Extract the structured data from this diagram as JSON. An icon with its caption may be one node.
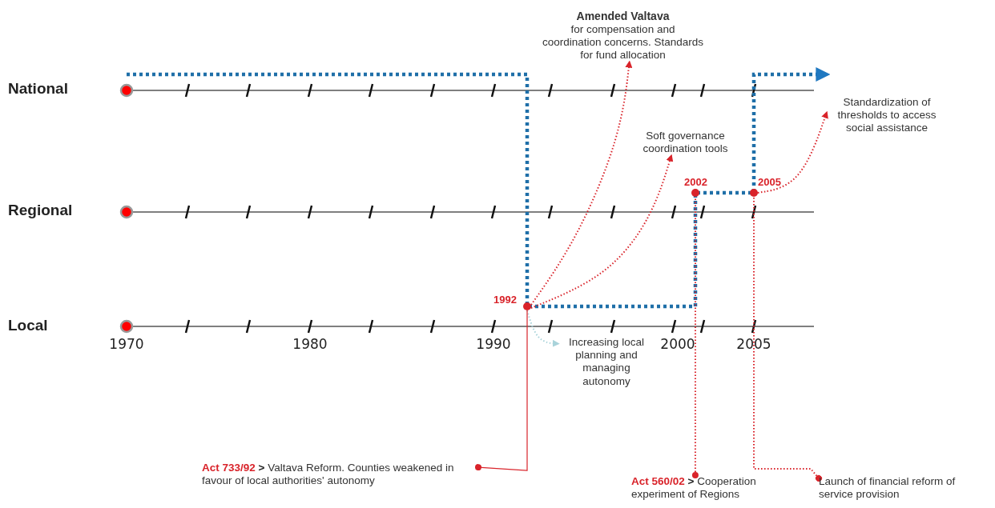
{
  "diagram": {
    "nodes": [
      {
        "text": [
          "Amended Valtava",
          "for compensation and coordination concerns. Standards for fund allocation"
        ]
      },
      {
        "text": [
          "Soft governance coordination tools"
        ]
      },
      {
        "text": [
          "Standardization of thresholds to access social assistance"
        ]
      },
      {
        "text": [],
        "shape": "circle",
        "beside": [
          "1992"
        ]
      },
      {
        "text": [],
        "shape": "circle",
        "beside": [
          "2002"
        ]
      },
      {
        "text": [],
        "shape": "circle",
        "beside": [
          "2005"
        ]
      },
      {
        "text": [
          "Increasing local planning and managing autonomy"
        ]
      },
      {
        "text": [
          "**Act 733/92** **>** Valtava Reform. Counties weakened in favour of local authorities' autonomy"
        ]
      },
      {
        "text": [
          "**Act 560/02** **>** Cooperation experiment of Regions"
        ]
      },
      {
        "text": [
          "Launch of financial reform of service provision"
        ]
      }
    ],
    "edges": [
      {
        "from": 3,
        "to": 0,
        "arrow": "to",
        "style": "dashed"
      },
      {
        "from": 3,
        "to": 1,
        "arrow": "to",
        "style": "dashed"
      },
      {
        "from": 5,
        "to": 2,
        "arrow": "to",
        "style": "dashed"
      },
      {
        "from": 3,
        "to": 6,
        "arrow": "to",
        "style": "dashed",
        "color": "#a9d3da"
      },
      {
        "from": 7,
        "to": 3,
        "arrow": "other"
      },
      {
        "from": 8,
        "to": 4,
        "arrow": "other",
        "style": "dashed"
      },
      {
        "from": 9,
        "to": 5,
        "arrow": "other",
        "style": "dashed"
      }
    ],
    "labels": [
      "National",
      "Regional",
      "Local",
      "1970",
      "1980",
      "1990",
      "2000",
      "2005"
    ]
  }
}
